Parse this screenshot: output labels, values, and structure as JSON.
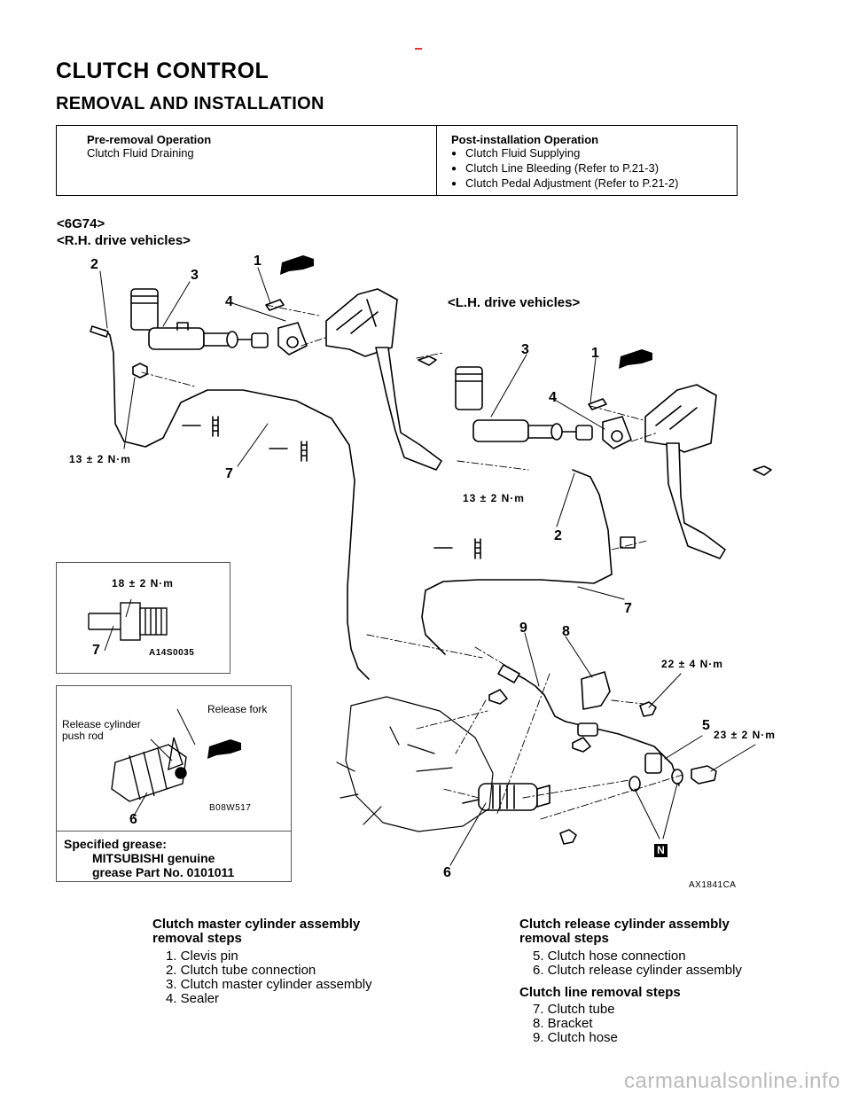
{
  "header": {
    "title": "CLUTCH CONTROL",
    "subtitle": "REMOVAL AND INSTALLATION"
  },
  "pre_removal": {
    "heading": "Pre-removal Operation",
    "item": "Clutch Fluid Draining"
  },
  "post_installation": {
    "heading": "Post-installation Operation",
    "items": [
      "Clutch Fluid Supplying",
      "Clutch Line Bleeding (Refer to P.21-3)",
      "Clutch Pedal Adjustment (Refer to P.21-2)"
    ]
  },
  "diagram": {
    "engine_tag": "<6G74>",
    "rh_tag": "<R.H. drive vehicles>",
    "lh_tag": "<L.H. drive vehicles>",
    "torque_rh_master": "13 ± 2 N·m",
    "torque_lh_master": "13 ± 2 N·m",
    "torque_bracket": "22 ± 4 N·m",
    "torque_union": "23 ± 2 N·m",
    "figure_code": "AX1841CA",
    "nut_badge": "N",
    "labels": {
      "rh_1": "1",
      "rh_2": "2",
      "rh_3": "3",
      "rh_4": "4",
      "rh_7": "7",
      "lh_1": "1",
      "lh_2": "2",
      "lh_3": "3",
      "lh_4": "4",
      "lh_7": "7",
      "n5": "5",
      "n6": "6",
      "n8": "8",
      "n9": "9"
    }
  },
  "inset_tube": {
    "torque": "18 ± 2 N·m",
    "label_7": "7",
    "code": "A14S0035"
  },
  "inset_grease": {
    "release_fork": "Release fork",
    "push_rod_line1": "Release cylinder",
    "push_rod_line2": "push rod",
    "label_6": "6",
    "code": "B08W517",
    "spec_line1": "Specified grease:",
    "spec_line2": "MITSUBISHI genuine",
    "spec_line3": "grease Part No. 0101011"
  },
  "steps": {
    "master_heading_1": "Clutch master cylinder assembly",
    "master_heading_2": "removal steps",
    "master_items": [
      "1. Clevis pin",
      "2. Clutch tube connection",
      "3. Clutch master cylinder assembly",
      "4. Sealer"
    ],
    "release_heading_1": "Clutch release cylinder assembly",
    "release_heading_2": "removal steps",
    "release_items": [
      "5. Clutch hose connection",
      "6. Clutch release cylinder assembly"
    ],
    "line_heading": "Clutch line removal steps",
    "line_items": [
      "7. Clutch tube",
      "8. Bracket",
      "9. Clutch hose"
    ]
  },
  "watermark": "carmanualsonline.info"
}
